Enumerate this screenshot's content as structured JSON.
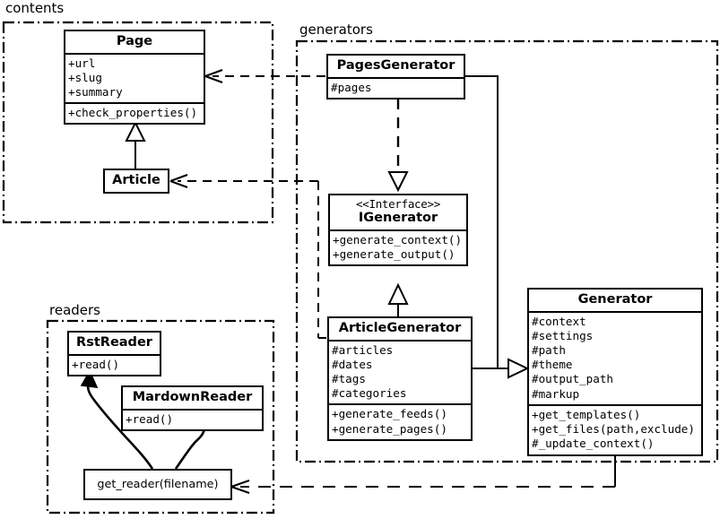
{
  "diagram": {
    "title": "Pelican architecture UML class diagram",
    "stroke_color": "#000000",
    "background": "#ffffff"
  },
  "packages": [
    {
      "id": "contents",
      "label": "contents"
    },
    {
      "id": "generators",
      "label": "generators"
    },
    {
      "id": "readers",
      "label": "readers"
    }
  ],
  "classes": {
    "page": {
      "name": "Page",
      "attributes": [
        "+url",
        "+slug",
        "+summary"
      ],
      "methods": [
        "+check_properties()"
      ]
    },
    "article": {
      "name": "Article",
      "attributes": [],
      "methods": []
    },
    "pages_generator": {
      "name": "PagesGenerator",
      "attributes": [
        "#pages"
      ],
      "methods": []
    },
    "igenerator": {
      "stereotype": "<<Interface>>",
      "name": "IGenerator",
      "attributes": [],
      "methods": [
        "+generate_context()",
        "+generate_output()"
      ]
    },
    "article_generator": {
      "name": "ArticleGenerator",
      "attributes": [
        "#articles",
        "#dates",
        "#tags",
        "#categories"
      ],
      "methods": [
        "+generate_feeds()",
        "+generate_pages()"
      ]
    },
    "generator": {
      "name": "Generator",
      "attributes": [
        "#context",
        "#settings",
        "#path",
        "#theme",
        "#output_path",
        "#markup"
      ],
      "methods": [
        "+get_templates()",
        "+get_files(path,exclude)",
        "#_update_context()"
      ]
    },
    "get_reader": {
      "name": "get_reader(filename)"
    },
    "rst_reader": {
      "name": "RstReader",
      "attributes": [],
      "methods": [
        "+read()"
      ]
    },
    "markdown_reader": {
      "name": "MardownReader",
      "attributes": [],
      "methods": [
        "+read()"
      ]
    }
  },
  "relationships": [
    {
      "type": "generalization",
      "from": "Article",
      "to": "Page"
    },
    {
      "type": "realization",
      "from": "PagesGenerator",
      "to": "IGenerator"
    },
    {
      "type": "generalization",
      "from": "ArticleGenerator",
      "to": "IGenerator"
    },
    {
      "type": "generalization",
      "from": "PagesGenerator",
      "to": "Generator"
    },
    {
      "type": "generalization",
      "from": "ArticleGenerator",
      "to": "Generator"
    },
    {
      "type": "dependency",
      "from": "PagesGenerator",
      "to": "Page"
    },
    {
      "type": "dependency",
      "from": "ArticleGenerator",
      "to": "Article"
    },
    {
      "type": "dependency",
      "from": "Generator",
      "to": "get_reader"
    },
    {
      "type": "association",
      "from": "get_reader",
      "to": "RstReader"
    },
    {
      "type": "association",
      "from": "get_reader",
      "to": "MardownReader"
    }
  ]
}
